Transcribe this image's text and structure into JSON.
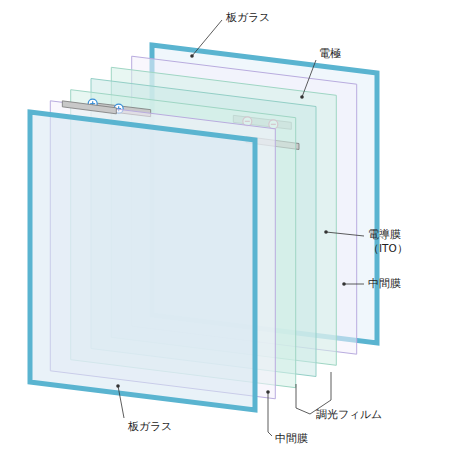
{
  "diagram": {
    "labels": [
      "板ガラス",
      "電極",
      "電導膜 （ITO）",
      "中間膜",
      "調光フィルム",
      "板ガラス",
      "中間膜"
    ]
  }
}
